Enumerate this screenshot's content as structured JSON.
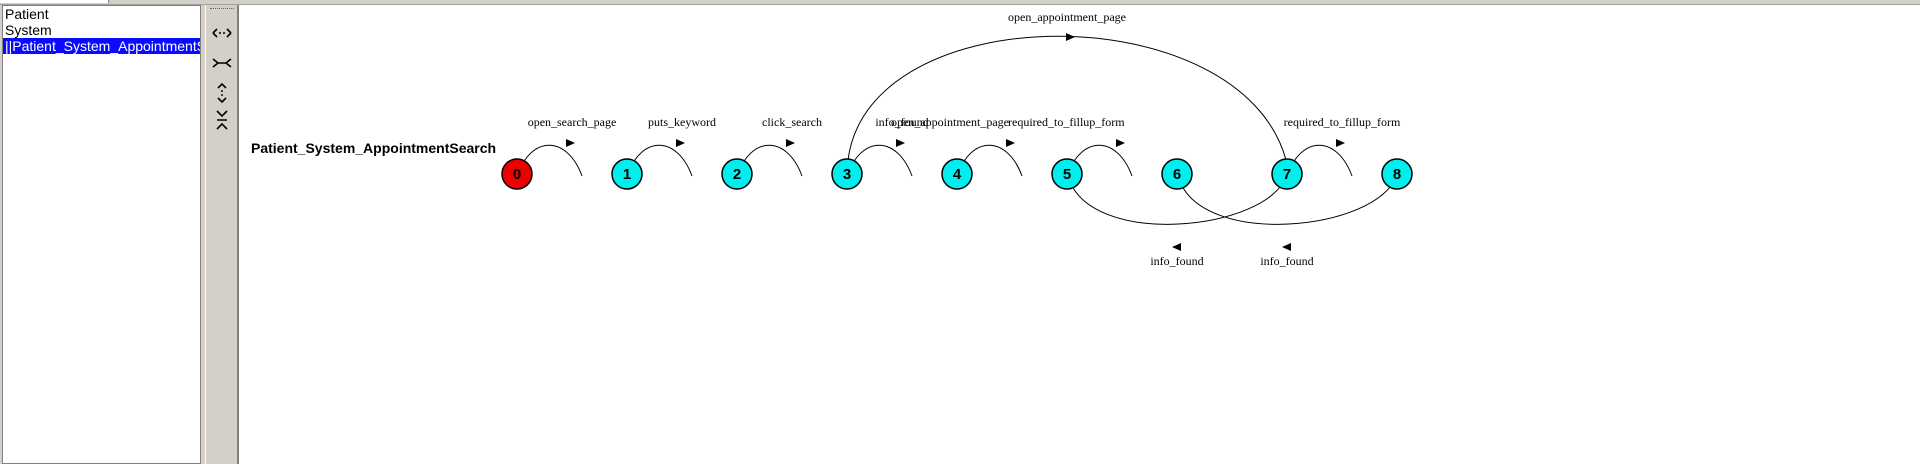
{
  "sidebar": {
    "items": [
      {
        "label": "Patient",
        "selected": false
      },
      {
        "label": "System",
        "selected": false
      },
      {
        "label": "||Patient_System_AppointmentSearch",
        "selected": true
      }
    ]
  },
  "toolbar": {
    "tools": [
      {
        "icon": "expand-horizontal-icon"
      },
      {
        "icon": "collapse-horizontal-icon"
      },
      {
        "icon": "expand-vertical-icon"
      },
      {
        "icon": "collapse-vertical-icon"
      }
    ]
  },
  "graph": {
    "title": "Patient_System_AppointmentSearch",
    "initial_color": "#ee0000",
    "state_color": "#00eeee",
    "states": [
      "0",
      "1",
      "2",
      "3",
      "4",
      "5",
      "6",
      "7",
      "8"
    ],
    "transitions": [
      {
        "from": "0",
        "to": "1",
        "label": "open_search_page"
      },
      {
        "from": "1",
        "to": "2",
        "label": "puts_keyword"
      },
      {
        "from": "2",
        "to": "3",
        "label": "click_search"
      },
      {
        "from": "3",
        "to": "4",
        "label": "info_found"
      },
      {
        "from": "4",
        "to": "5",
        "label": "open_appointment_page"
      },
      {
        "from": "5",
        "to": "6",
        "label": "required_to_fillup_form"
      },
      {
        "from": "7",
        "to": "8",
        "label": "required_to_fillup_form"
      },
      {
        "from": "3",
        "to": "7",
        "label": "open_appointment_page"
      },
      {
        "from": "7",
        "to": "5",
        "label": "info_found"
      },
      {
        "from": "8",
        "to": "6",
        "label": "info_found"
      }
    ]
  }
}
